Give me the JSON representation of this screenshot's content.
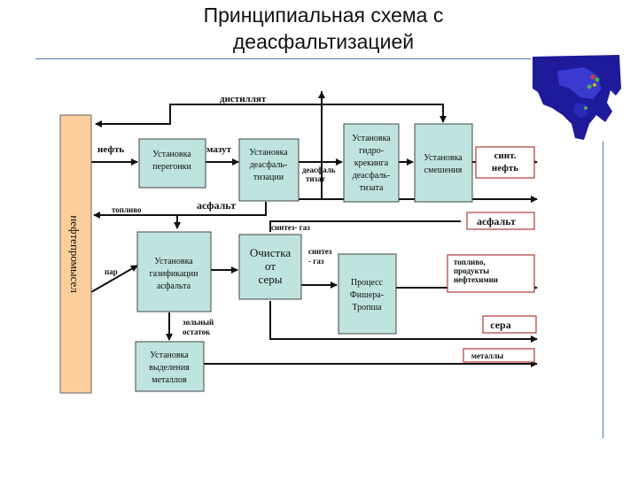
{
  "title_line1": "Принципиальная схема с",
  "title_line2": "деасфальтизацией",
  "side_column": "нефтепромысел",
  "boxes": {
    "distill": [
      "Установка",
      "перегонки"
    ],
    "deasph": [
      "Установка",
      "деасфаль-",
      "тизации"
    ],
    "hydro": [
      "Установка",
      "гидро-",
      "крекинга",
      "деасфаль-",
      "тизата"
    ],
    "mixing": [
      "Установка",
      "смешения"
    ],
    "gasif": [
      "Установка",
      "газификации",
      "асфальта"
    ],
    "sulfur": [
      "Очистка",
      "от",
      "серы"
    ],
    "ft": [
      "Процесс",
      "Фишера-",
      "Тропша"
    ],
    "metals": [
      "Установка",
      "выделения",
      "металлов"
    ]
  },
  "labels": {
    "distillate": "дистиллят",
    "oil": "нефть",
    "mazut": "мазут",
    "deasphaltizate": [
      "деасфаль",
      "тизат"
    ],
    "fuel": "топливо",
    "asphalt": "асфальт",
    "syngas1": "синтез- газ",
    "syngas2": [
      "синтез",
      "- газ"
    ],
    "steam": "пар",
    "ash": [
      "зольный",
      "остаток"
    ]
  },
  "outputs": {
    "synth_oil": [
      "синт.",
      "нефть"
    ],
    "asphalt": "асфальт",
    "fuel_products": [
      "топливо,",
      "продукты",
      "нефтехимии"
    ],
    "sulfur": "сера",
    "metals": "металлы"
  },
  "colors": {
    "box_fill": "#bfe3de",
    "side_fill": "#fbcf9a",
    "output_border": "#b23a3a",
    "rule": "#4d7aa6",
    "map_sea": "#1f1a9c",
    "map_land": "#3a3ad0"
  }
}
